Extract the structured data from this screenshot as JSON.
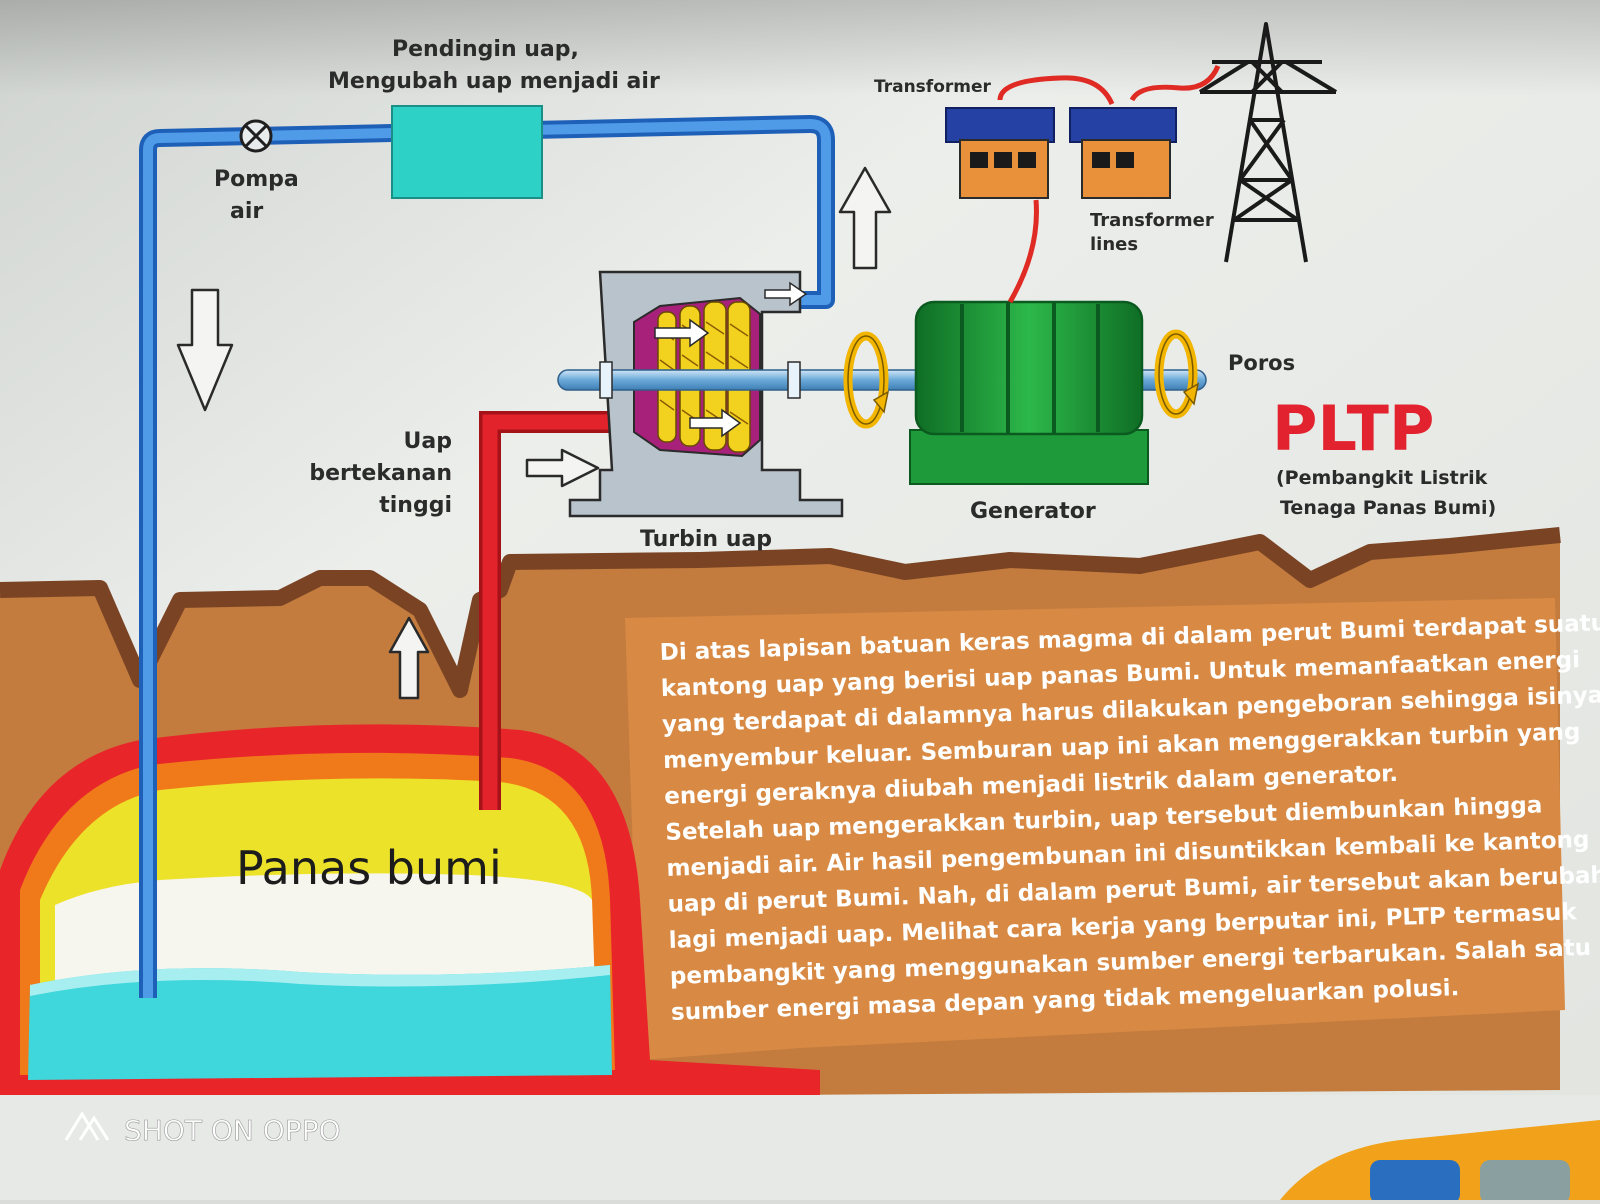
{
  "labels": {
    "cooler_title": "Pendingin uap,",
    "cooler_subtitle": "Mengubah uap menjadi air",
    "pump_line1": "Pompa",
    "pump_line2": "air",
    "transformer_top": "Transformer",
    "transformer_lines_1": "Transformer",
    "transformer_lines_2": "lines",
    "steam_line1": "Uap",
    "steam_line2": "bertekanan",
    "steam_line3": "tinggi",
    "turbine": "Turbin uap",
    "generator": "Generator",
    "shaft": "Poros",
    "pltp": "PLTP",
    "pltp_sub1": "(Pembangkit Listrik",
    "pltp_sub2": "Tenaga Panas Bumi)",
    "reservoir": "Panas bumi"
  },
  "description_lines": [
    "Di atas lapisan batuan keras magma di dalam perut Bumi terdapat suatu",
    "kantong uap yang berisi uap panas Bumi. Untuk memanfaatkan energi",
    "yang terdapat di dalamnya harus dilakukan pengeboran sehingga isinya",
    "menyembur keluar. Semburan uap ini akan menggerakkan turbin yang",
    "energi geraknya diubah menjadi listrik dalam generator.",
    "Setelah uap mengerakkan turbin, uap tersebut diembunkan hingga",
    "menjadi air. Air hasil pengembunan ini disuntikkan kembali ke kantong",
    "uap di perut Bumi. Nah, di dalam perut Bumi, air tersebut akan berubah",
    "lagi menjadi uap. Melihat cara kerja yang berputar ini, PLTP termasuk",
    "pembangkit yang menggunakan sumber energi terbarukan. Salah satu",
    "sumber energi masa depan yang tidak mengeluarkan polusi."
  ],
  "watermark": "SHOT ON OPPO",
  "colors": {
    "background": "#e4e6e3",
    "earth_brown": "#c27a3c",
    "earth_edge": "#7a4424",
    "text_panel": "#d98a43",
    "magma_red": "#e8262a",
    "magma_orange": "#f07a1a",
    "magma_yellow": "#ede22a",
    "water_cyan": "#3fd6dc",
    "cold_pipe": "#3a7fd9",
    "hot_pipe": "#e3232b",
    "cooler": "#2ed1c6",
    "generator_green": "#1f9a3a",
    "pltp_red": "#e2232f"
  }
}
